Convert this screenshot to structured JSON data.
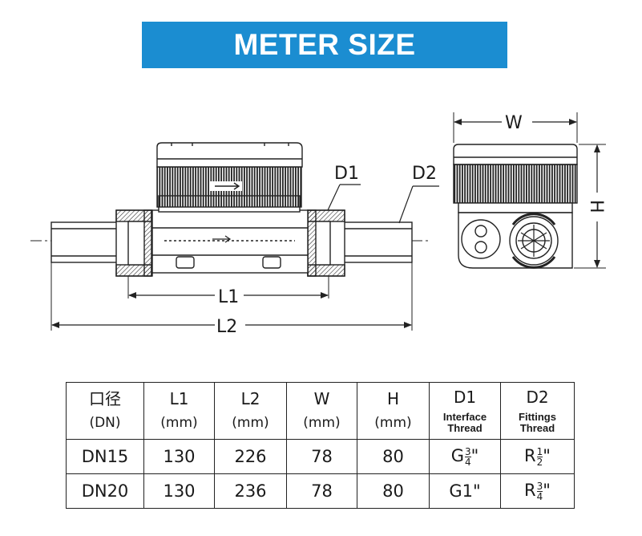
{
  "banner": {
    "title": "METER SIZE"
  },
  "dimensions": {
    "w": "W",
    "h": "H",
    "d1": "D1",
    "d2": "D2",
    "l1": "L1",
    "l2": "L2"
  },
  "table": {
    "header": [
      {
        "top": "口径",
        "bottom": "(DN)"
      },
      {
        "top": "L1",
        "bottom": "(mm)"
      },
      {
        "top": "L2",
        "bottom": "(mm)"
      },
      {
        "top": "W",
        "bottom": "(mm)"
      },
      {
        "top": "H",
        "bottom": "(mm)"
      },
      {
        "top": "D1",
        "line1": "Interface",
        "line2": "Thread"
      },
      {
        "top": "D2",
        "line1": "Fittings",
        "line2": "Thread"
      }
    ],
    "rows": [
      {
        "dn": "DN15",
        "l1": "130",
        "l2": "226",
        "w": "78",
        "h": "80",
        "d1": {
          "base": "G",
          "num": "3",
          "den": "4",
          "suffix": "\""
        },
        "d2": {
          "base": "R",
          "num": "1",
          "den": "2",
          "suffix": "\""
        }
      },
      {
        "dn": "DN20",
        "l1": "130",
        "l2": "236",
        "w": "78",
        "h": "80",
        "d1": {
          "base": "G1",
          "suffix": "\""
        },
        "d2": {
          "base": "R",
          "num": "3",
          "den": "4",
          "suffix": "\""
        }
      }
    ]
  }
}
